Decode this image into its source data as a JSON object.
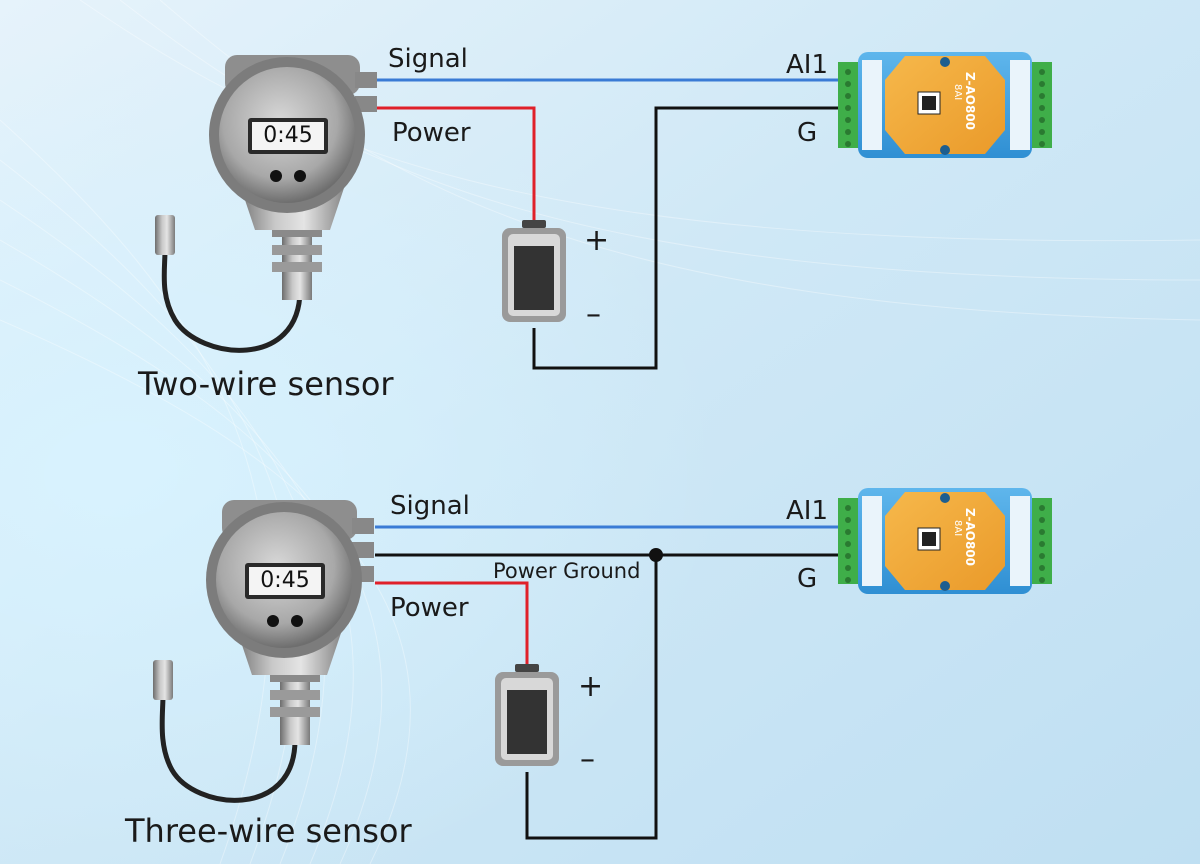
{
  "colors": {
    "signal_wire": "#3a7bd5",
    "power_wire": "#e0202a",
    "ground_wire": "#111111",
    "module_body": "#3aa0e0",
    "module_face": "#f2a93b",
    "terminal": "#3fae49"
  },
  "diagrams": [
    {
      "title": "Two-wire sensor",
      "display": "0:45",
      "signal_label": "Signal",
      "power_label": "Power",
      "ai_label": "AI1",
      "g_label": "G",
      "plus": "+",
      "minus": "–",
      "module_model": "Z-AO800",
      "module_sub": "8AI"
    },
    {
      "title": "Three-wire sensor",
      "display": "0:45",
      "signal_label": "Signal",
      "power_label": "Power",
      "ground_label": "Power Ground",
      "ai_label": "AI1",
      "g_label": "G",
      "plus": "+",
      "minus": "–",
      "module_model": "Z-AO800",
      "module_sub": "8AI"
    }
  ]
}
